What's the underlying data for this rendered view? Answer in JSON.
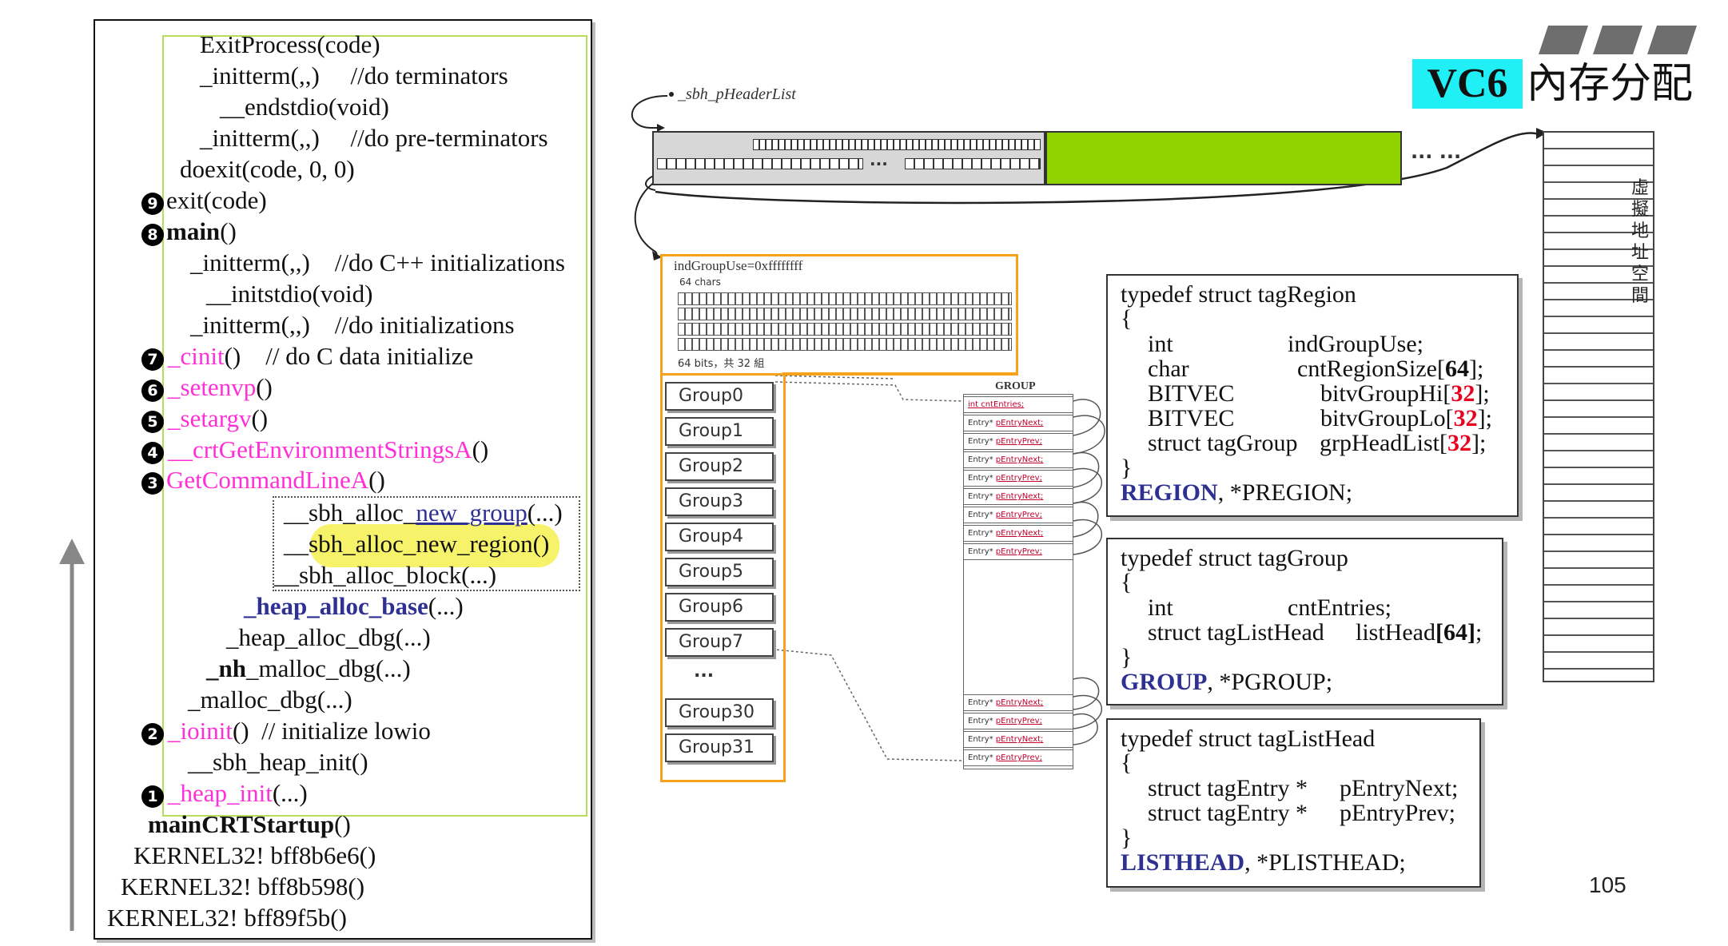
{
  "slide": {
    "title_prefix": "VC6",
    "title_suffix": "內存分配",
    "page_number": "105",
    "accent_color": "#20f0f6"
  },
  "call_stack": {
    "lines": [
      "ExitProcess(code)",
      "_initterm(,,)     //do terminators",
      "__endstdio(void)",
      "_initterm(,,)     //do pre-terminators",
      "doexit(code, 0, 0)",
      "exit(code)",
      "main",
      "()",
      "_initterm(,,)    //do C++ initializations",
      "__initstdio(void)",
      "_initterm(,,)    //do initializations",
      "_cinit",
      "()    // do C data initialize",
      "_setenvp",
      "()",
      "_setargv",
      "()",
      "__crtGetEnvironmentStringsA",
      "()",
      "GetCommandLineA",
      "()",
      "__sbh_alloc_",
      "new_group",
      "(...)",
      "__sbh_alloc_new_region()",
      "__sbh_alloc_block(...)",
      "_heap_alloc_base",
      "(...)",
      "_heap_alloc_dbg(...)",
      "_nh",
      "_malloc_dbg(...)",
      "_malloc_dbg(...)",
      "_ioinit",
      "()  // initialize lowio",
      "__sbh_heap_init()",
      "_heap_init",
      "(...)",
      "mainCRTStartup",
      "()",
      "KERNEL32! bff8b6e6()",
      "KERNEL32! bff8b598()",
      "KERNEL32! bff89f5b()"
    ],
    "step_numbers": [
      "9",
      "8",
      "7",
      "6",
      "5",
      "4",
      "3",
      "2",
      "1"
    ],
    "highlight_color": "#f5f25a",
    "function_color": "#ff2fd8"
  },
  "memory_diagram": {
    "header_list_label": "_sbh_pHeaderList",
    "ellipsis": "... ...",
    "ellipsis_short": "...",
    "ind_group_label": "indGroupUse=0xffffffff",
    "chars_label": "64 chars",
    "bits_label": "64 bits，共 32 組",
    "group_header": "GROUP",
    "cnt_entries": "int  cntEntries;",
    "entry_next": "pEntryNext;",
    "entry_prev": "pEntryPrev;",
    "entry_type": "Entry*",
    "groups": [
      "Group0",
      "Group1",
      "Group2",
      "Group3",
      "Group4",
      "Group5",
      "Group6",
      "Group7",
      "...",
      "Group30",
      "Group31"
    ],
    "region_fill_color": "#8fd400",
    "orange_color": "#f7a21b",
    "vspace_label": "虛擬地址空間"
  },
  "structs": {
    "region": {
      "head": "typedef struct tagRegion",
      "open": "{",
      "rows": [
        [
          "int",
          "indGroupUse;"
        ],
        [
          "char",
          "cntRegionSize[",
          "64",
          "];"
        ],
        [
          "BITVEC",
          "bitvGroupHi[",
          "32",
          "];"
        ],
        [
          "BITVEC",
          "bitvGroupLo[",
          "32",
          "];"
        ],
        [
          "struct tagGroup",
          "grpHeadList[",
          "32",
          "];"
        ]
      ],
      "close": "}",
      "name": "REGION",
      "tail": ", *PREGION;"
    },
    "group": {
      "head": "typedef struct tagGroup",
      "open": "{",
      "row1_type": "int",
      "row1_name": "cntEntries;",
      "row2_type": "struct tagListHead",
      "row2_name": "listHead",
      "row2_idx": "[64]",
      "row2_end": ";",
      "close": "}",
      "name": "GROUP",
      "tail": ", *PGROUP;"
    },
    "listhead": {
      "head": "typedef struct tagListHead",
      "open": "{",
      "row1_type": "struct tagEntry *",
      "row1_name": "pEntryNext;",
      "row2_type": "struct tagEntry *",
      "row2_name": "pEntryPrev;",
      "close": "}",
      "name": "LISTHEAD",
      "tail": ", *PLISTHEAD;"
    }
  }
}
